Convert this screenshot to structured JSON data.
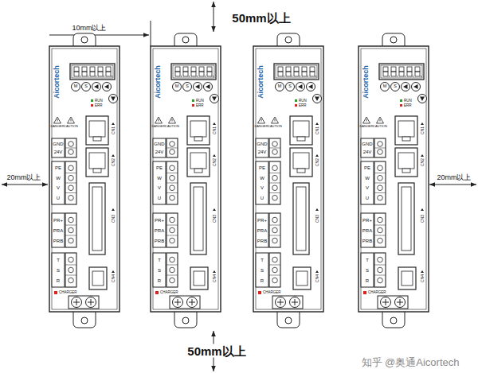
{
  "diagram": {
    "labels": [
      "50mm以上",
      "10mm以上",
      "20mm以上",
      "20mm以上",
      "50mm以上",
      "Aicortech",
      "M",
      "S",
      "RUN",
      "ERR",
      "DANGER",
      "CAUTION",
      "CN1",
      "CN2",
      "GND",
      "24V",
      "PE",
      "W",
      "V",
      "U",
      "CN3",
      "PR+",
      "PRA",
      "PRB",
      "T",
      "S",
      "R",
      "CN4",
      "CHARGER",
      "Aicortech",
      "M",
      "S",
      "RUN",
      "ERR",
      "DANGER",
      "CAUTION",
      "CN1",
      "CN2",
      "GND",
      "24V",
      "PE",
      "W",
      "V",
      "U",
      "CN3",
      "PR+",
      "PRA",
      "PRB",
      "T",
      "S",
      "R",
      "CN4",
      "CHARGER",
      "Aicortech",
      "M",
      "S",
      "RUN",
      "ERR",
      "DANGER",
      "CAUTION",
      "CN1",
      "CN2",
      "GND",
      "24V",
      "PE",
      "W",
      "V",
      "U",
      "CN3",
      "PR+",
      "PRA",
      "PRB",
      "T",
      "S",
      "R",
      "CN4",
      "CHARGER",
      "Aicortech",
      "M",
      "S",
      "RUN",
      "ERR",
      "DANGER",
      "CAUTION",
      "CN1",
      "CN2",
      "GND",
      "24V",
      "PE",
      "W",
      "V",
      "U",
      "CN3",
      "PR+",
      "PRA",
      "PRB",
      "T",
      "S",
      "R",
      "CN4",
      "CHARGER",
      "知乎 @奥通Aicortech"
    ]
  }
}
